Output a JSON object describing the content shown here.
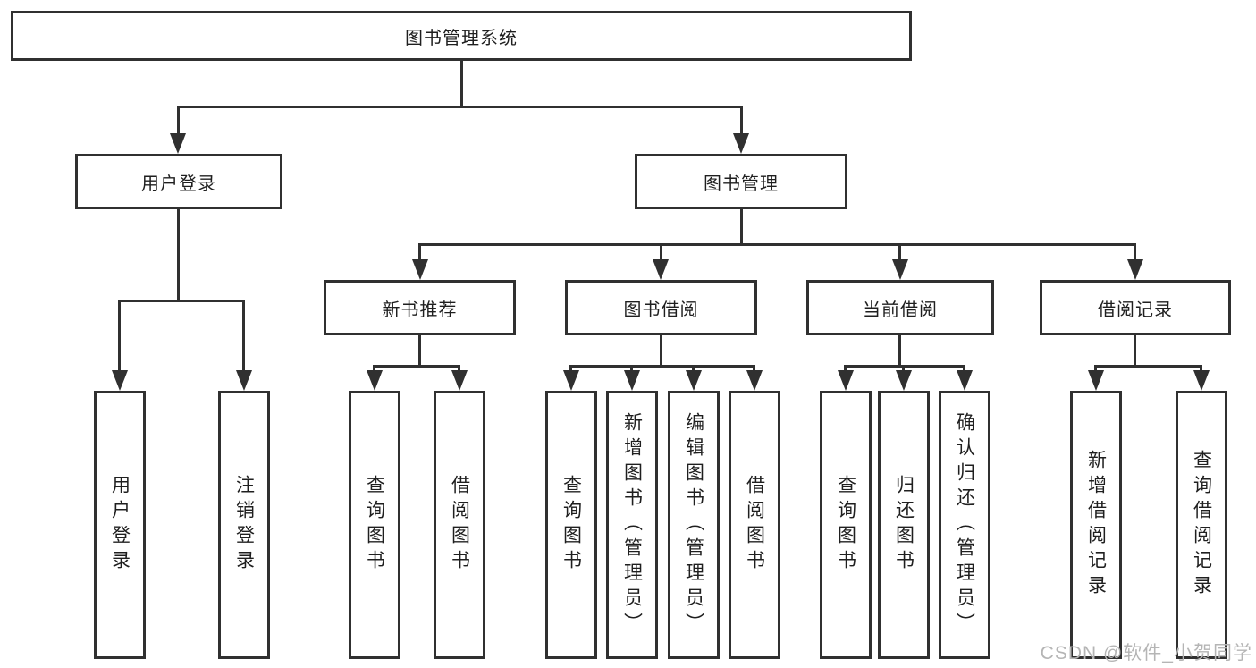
{
  "title": "图书管理系统",
  "watermark": "CSDN @软件_小贺同学",
  "colors": {
    "line": "#303030",
    "text": "#1f1f1f",
    "watermark": "#b5b5b5",
    "background": "#ffffff"
  },
  "nodes": {
    "root": "图书管理系统",
    "user_login": "用户登录",
    "book_mgmt": "图书管理",
    "new_book_rec": "新书推荐",
    "book_borrow": "图书借阅",
    "current_borrow": "当前借阅",
    "borrow_records": "借阅记录",
    "leaf_user_login": "用户登录",
    "leaf_logout": "注销登录",
    "leaf_nbr_query": "查询图书",
    "leaf_nbr_borrow": "借阅图书",
    "leaf_bb_query": "查询图书",
    "leaf_bb_add": "新增图书（管理员）",
    "leaf_bb_edit": "编辑图书（管理员）",
    "leaf_bb_borrow": "借阅图书",
    "leaf_cb_query": "查询图书",
    "leaf_cb_return": "归还图书",
    "leaf_cb_confirm": "确认归还（管理员）",
    "leaf_br_add": "新增借阅记录",
    "leaf_br_query": "查询借阅记录"
  },
  "hierarchy": {
    "图书管理系统": {
      "用户登录": [
        "用户登录",
        "注销登录"
      ],
      "图书管理": {
        "新书推荐": [
          "查询图书",
          "借阅图书"
        ],
        "图书借阅": [
          "查询图书",
          "新增图书（管理员）",
          "编辑图书（管理员）",
          "借阅图书"
        ],
        "当前借阅": [
          "查询图书",
          "归还图书",
          "确认归还（管理员）"
        ],
        "借阅记录": [
          "新增借阅记录",
          "查询借阅记录"
        ]
      }
    }
  }
}
